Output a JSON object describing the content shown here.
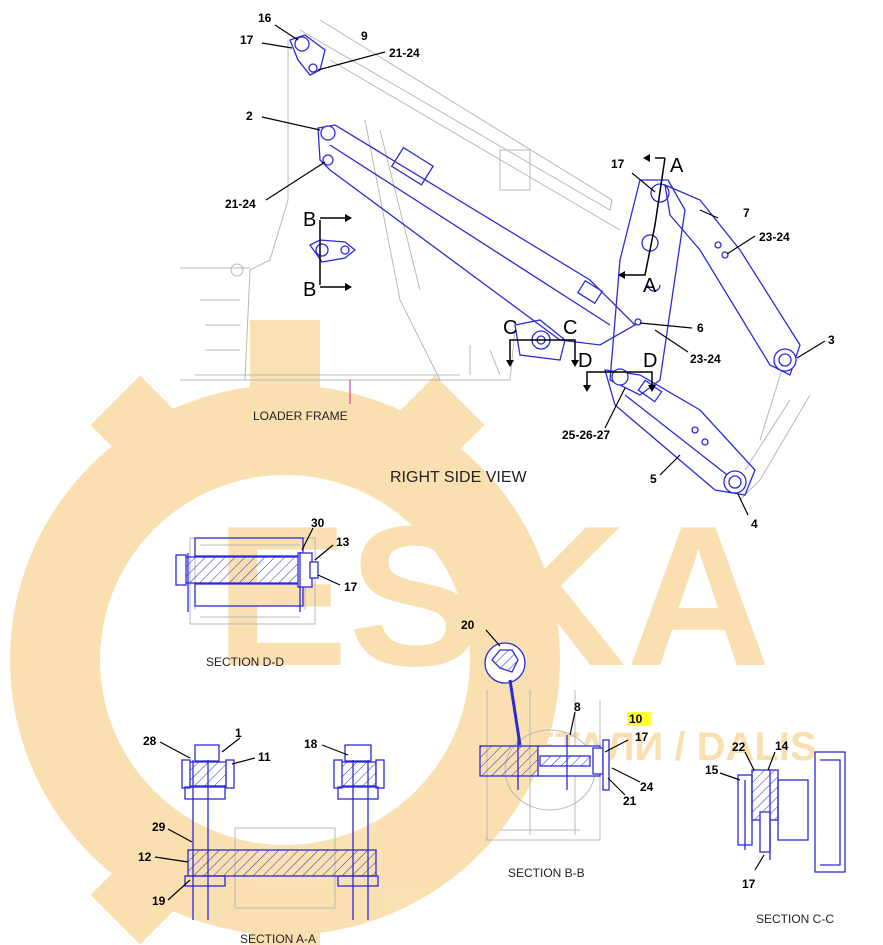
{
  "colors": {
    "part_line": "#2b2bd6",
    "frame_line": "#b8b8b8",
    "watermark": "#f6c872",
    "highlight": "#ffff33",
    "leader_pink": "#e040a0"
  },
  "watermark": {
    "text": "ESKA",
    "sub": "ДЕТАЛИ / DALIS"
  },
  "view_title": "RIGHT SIDE VIEW",
  "frame_label": "LOADER FRAME",
  "section_markers": {
    "a": "A",
    "b": "B",
    "c": "C",
    "d": "D"
  },
  "sections": {
    "dd": "SECTION D-D",
    "aa": "SECTION A-A",
    "bb": "SECTION B-B",
    "cc": "SECTION C-C"
  },
  "callouts": {
    "c16": "16",
    "c17_top": "17",
    "c9": "9",
    "c21_24_top": "21-24",
    "c2": "2",
    "c21_24_mid": "21-24",
    "c17_a": "17",
    "c7": "7",
    "c23_24_a": "23-24",
    "c6": "6",
    "c23_24_b": "23-24",
    "c3": "3",
    "c25_27": "25-26-27",
    "c5": "5",
    "c4": "4",
    "c30": "30",
    "c13": "13",
    "c17_dd": "17",
    "c20": "20",
    "c8": "8",
    "c10": "10",
    "c17_bb": "17",
    "c24": "24",
    "c21": "21",
    "c28": "28",
    "c1": "1",
    "c11": "11",
    "c18": "18",
    "c29": "29",
    "c12": "12",
    "c19": "19",
    "c22": "22",
    "c14": "14",
    "c15": "15",
    "c17_cc": "17"
  }
}
